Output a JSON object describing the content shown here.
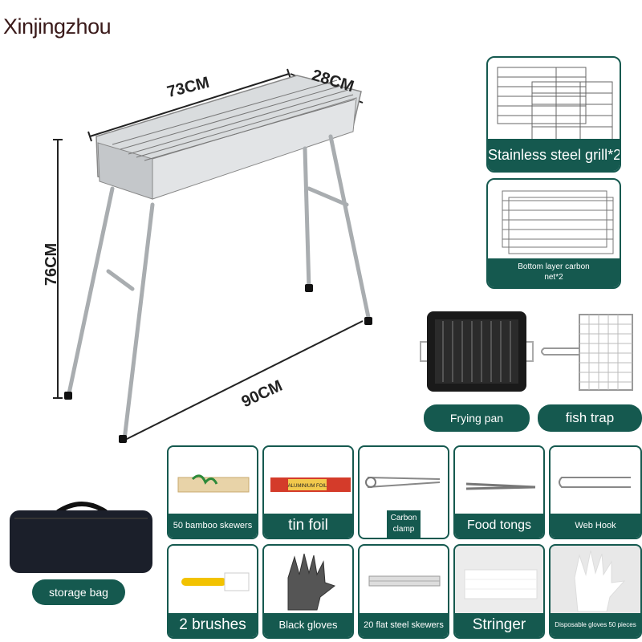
{
  "brand": "Xinjingzhou",
  "dimensions": {
    "length": "73CM",
    "width": "28CM",
    "height": "76CM",
    "diagonal": "90CM"
  },
  "panels": {
    "grill": "Stainless steel grill*2",
    "carbon_net_line1": "Bottom layer carbon",
    "carbon_net_line2": "net*2",
    "frying_pan": "Frying pan",
    "fish_trap": "fish trap",
    "storage_bag": "storage bag"
  },
  "accessories": [
    "50 bamboo skewers",
    "tin foil",
    "Carbon clamp",
    "Food tongs",
    "Web Hook",
    "2 brushes",
    "Black gloves",
    "20 flat steel skewers",
    "Stringer",
    "Disposable gloves 50 pieces"
  ],
  "foil_box_text": "ALUMINIUM FOIL",
  "colors": {
    "accent": "#15594f",
    "steel": "#c9ccce",
    "dark": "#1c1c1c"
  }
}
